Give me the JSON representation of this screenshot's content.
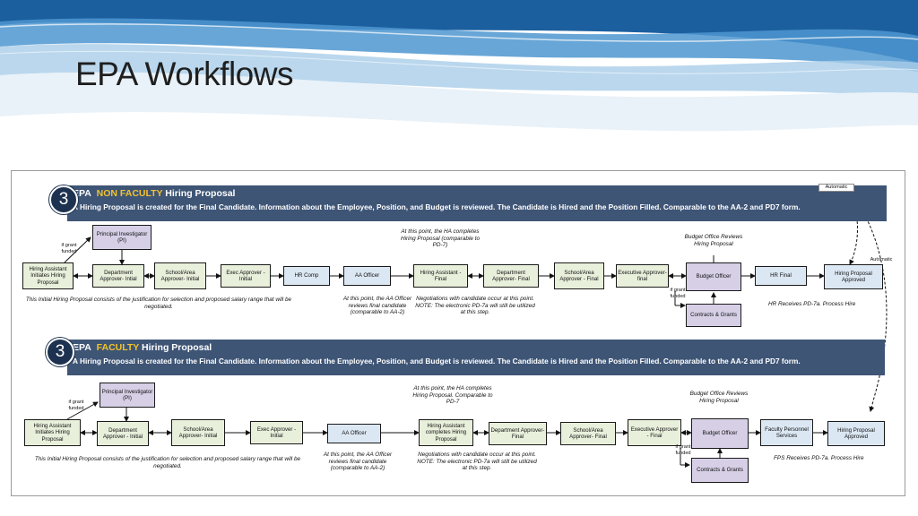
{
  "slide": {
    "title": "EPA Workflows"
  },
  "proposals": [
    {
      "step": "3",
      "title_prefix": "EPA",
      "title_highlight": "NON FACULTY",
      "title_suffix": "Hiring Proposal",
      "description": "A Hiring Proposal is created for the Final Candidate.  Information about the Employee, Position, and Budget is reviewed.  The Candidate is Hired and the Position Filled.  Comparable to the AA-2 and PD7 form.",
      "nodes": {
        "hiring_assistant": "Hiring Assistant Initiates Hiring Proposal",
        "principal_investigator": "Principal Investigator (PI)",
        "dept_initial": "Department Approver- Intial",
        "school_initial": "School/Area Approver- Initial",
        "exec_initial": "Exec Approver - Initial",
        "hr_comp": "HR Comp",
        "aa_officer": "AA Officer",
        "ha_final": "Hiring Assistant - Final",
        "dept_final": "Department Approver- Final",
        "school_final": "School/Area Approver - Final",
        "exec_final": "Executive Approver- final",
        "budget_officer": "Budget Officer",
        "final_reviewer": "HR Final",
        "approved": "Hiring Proposal Approved",
        "contracts": "Contracts & Grants"
      },
      "labels": {
        "if_grant_funded_pi": "if grant funded",
        "if_grant_funded_cg": "if grant funded",
        "automatic_1": "Automatic",
        "automatic_2": "Automatic"
      },
      "notes": {
        "initial_proposal": "This Initial Hiring Proposal consists of the justification for selection and proposed salary range that will be negotiated.",
        "aa_review": "At this point, the AA Officer reviews final candidate (comparable to AA-2)",
        "ha_completes": "At this point, the HA completes Hiring Proposal (comparable to PD-7)",
        "negotiations": "Negotiations with candidate occur at this point. NOTE: The electronic PD-7a will still be utilized at this step.",
        "budget_review": "Budget Office Reviews Hiring Proposal",
        "receives": "HR Receives PD-7a.  Process Hire"
      }
    },
    {
      "step": "3",
      "title_prefix": "EPA",
      "title_highlight": "FACULTY",
      "title_suffix": "Hiring Proposal",
      "description": "A Hiring Proposal is created for the Final Candidate.  Information about the Employee, Position, and Budget is reviewed.  The Candidate is Hired and the Position Filled.  Comparable to the AA-2 and PD7 form.",
      "nodes": {
        "hiring_assistant": "Hiring Assistant Initiates Hiring Proposal",
        "principal_investigator": "Principal Investigator (PI)",
        "dept_initial": "Department Approver - Initial",
        "school_initial": "School/Area Approver- Initial",
        "exec_initial": "Exec Approver - Initial",
        "aa_officer": "AA Officer",
        "ha_final": "Hiring Assistant completes Hiring Proposal",
        "dept_final": "Department Approver- Final",
        "school_final": "School/Area Approver- Final",
        "exec_final": "Executive Approver - Final",
        "budget_officer": "Budget Officer",
        "final_reviewer": "Faculty Personnel Services",
        "approved": "Hiring Proposal Approved",
        "contracts": "Contracts & Grants"
      },
      "labels": {
        "if_grant_funded_pi": "if grant funded",
        "if_grant_funded_cg": "if grant funded"
      },
      "notes": {
        "initial_proposal": "This Initial Hiring Proposal consists of the justification for selection and proposed salary range that will be negotiated.",
        "aa_review": "At this point, the AA Officer reviews final candidate (comparable to AA-2)",
        "ha_completes": "At this point, the HA completes Hiring Proposal. Comparable to PD-7",
        "negotiations": "Negotiations with candidate occur at this point. NOTE: The electronic PD-7a will still be utilized at this step.",
        "budget_review": "Budget Office Reviews Hiring Proposal",
        "receives": "FPS Receives PD-7a.  Process Hire"
      }
    }
  ],
  "colors": {
    "banner": "#3e5576",
    "highlight": "#f3c22b",
    "green_box": "#e8efdb",
    "blue_box": "#dbe7f3",
    "purple_box": "#d6cfe6"
  }
}
